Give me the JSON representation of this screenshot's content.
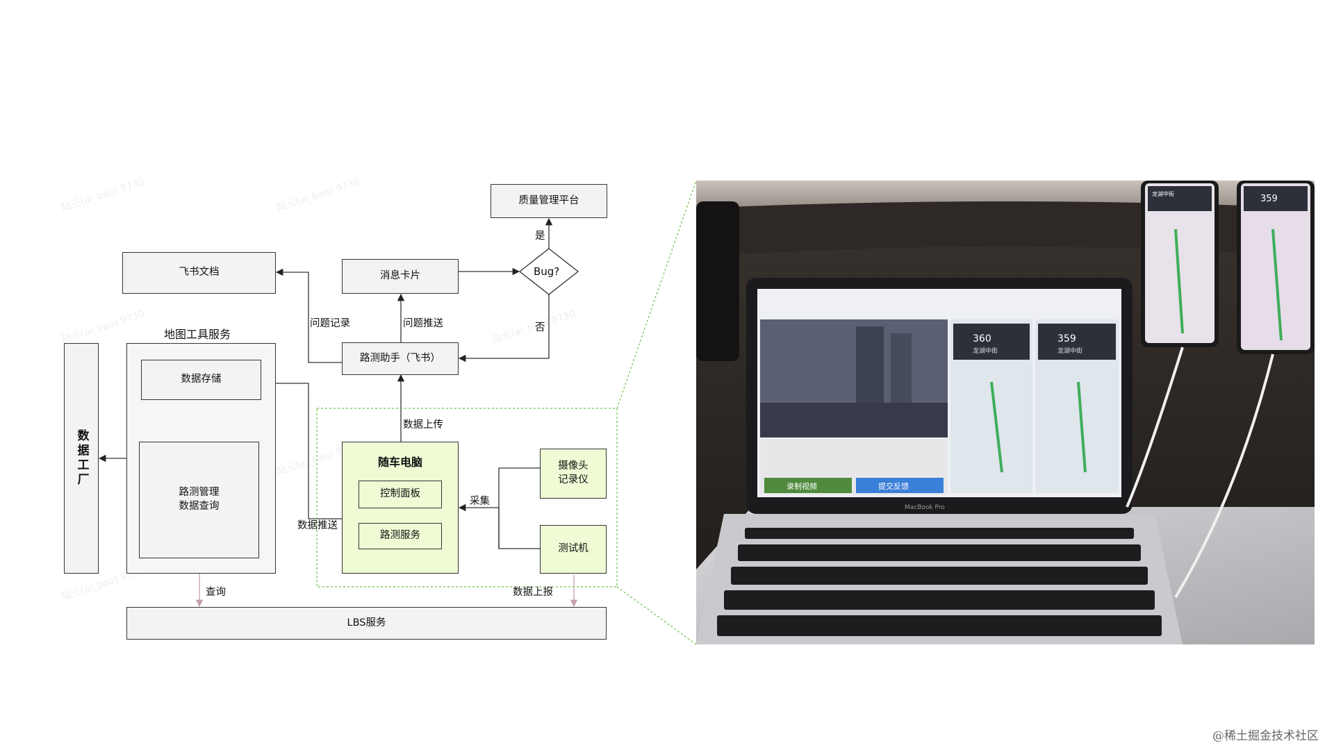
{
  "diagram": {
    "nodes": {
      "quality_platform": "质量管理平台",
      "feishu_doc": "飞书文档",
      "message_card": "消息卡片",
      "bug_decision": "Bug?",
      "road_test_assistant": "路测助手（飞书）",
      "map_tool_service": "地图工具服务",
      "data_storage": "数据存储",
      "road_test_mgmt": "路测管理\n数据查询",
      "data_factory": "数据工厂",
      "car_pc": "随车电脑",
      "control_panel": "控制面板",
      "road_test_service": "路测服务",
      "camera_recorder": "摄像头\n记录仪",
      "test_device": "测试机",
      "lbs_service": "LBS服务"
    },
    "edge_labels": {
      "yes": "是",
      "no": "否",
      "issue_record": "问题记录",
      "issue_push": "问题推送",
      "data_upload": "数据上传",
      "data_push": "数据推送",
      "collect": "采集",
      "query": "查询",
      "data_report": "数据上报"
    }
  },
  "photo": {
    "nav_left": {
      "distance": "360",
      "road": "龙湖中街"
    },
    "nav_right": {
      "distance": "359",
      "road": "龙湖中街"
    },
    "phone_left": {
      "road": "龙湖中街"
    },
    "phone_right": {
      "distance": "359"
    },
    "buttons": [
      "录制视频",
      "提交反馈"
    ],
    "laptop_label": "MacBook Pro"
  },
  "watermark": "@稀土掘金技术社区",
  "colors": {
    "box_fill": "#f3f3f3",
    "green_fill": "#eefbd4",
    "dashed_green": "#6cbf4b",
    "line": "#333333",
    "query_arrow": "#c8a0a8"
  }
}
